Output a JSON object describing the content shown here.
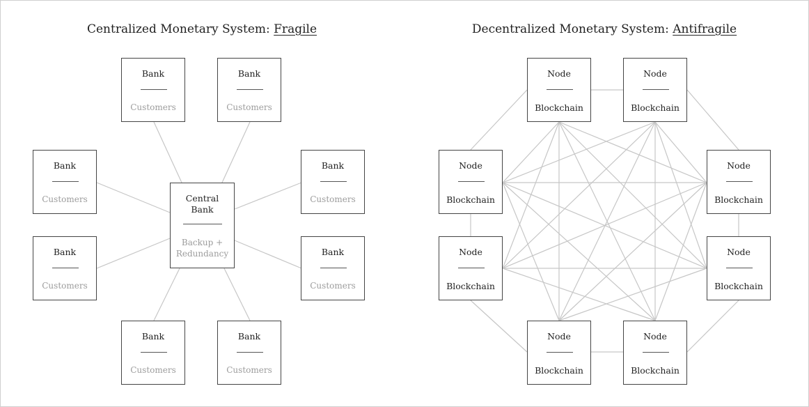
{
  "left_panel": {
    "title_prefix": "Centralized Monetary System: ",
    "title_emphasis": "Fragile",
    "central": {
      "name": "Central\nBank",
      "sub": "Backup +\nRedundancy"
    },
    "bank_label": "Bank",
    "bank_sub": "Customers"
  },
  "right_panel": {
    "title_prefix": "Decentralized Monetary System: ",
    "title_emphasis": "Antifragile",
    "node_label": "Node",
    "node_sub": "Blockchain"
  },
  "colors": {
    "line": "#c6c6c6",
    "box_border": "#444444",
    "muted_text": "#9c9c9c"
  }
}
